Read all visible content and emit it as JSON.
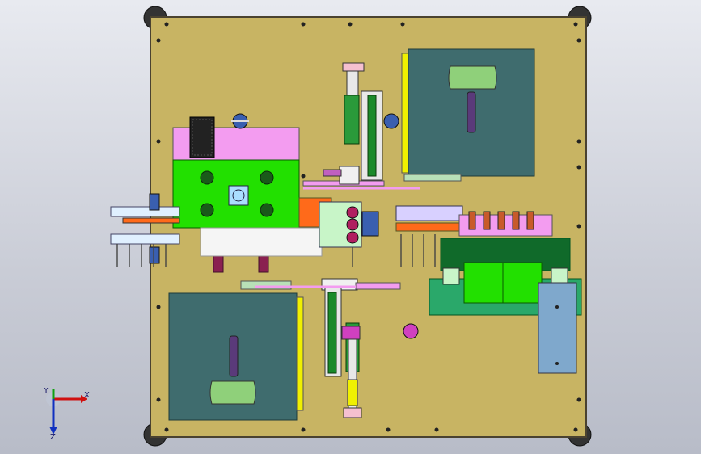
{
  "viewport": {
    "background_top": "#e8eaf0",
    "background_bottom": "#b8bcc8"
  },
  "colors": {
    "base_plate": "#c8b463",
    "base_edge": "#4a4230",
    "cover_teal": "#3f6c6e",
    "gear_green": "#22e000",
    "pink": "#f39cf0",
    "orange": "#ff6a1a",
    "light_green": "#c8f5c8",
    "dark_green": "#106a2a",
    "sky_blue": "#7fa8cc",
    "maroon": "#8a2050",
    "yellow": "#f0f000",
    "magenta": "#d040c0"
  },
  "triad": {
    "x_label": "X",
    "y_label": "Y",
    "z_label": "Z"
  }
}
